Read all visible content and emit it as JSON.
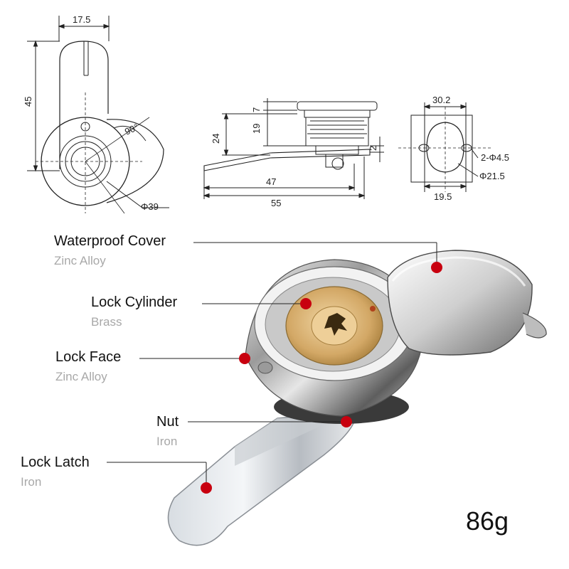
{
  "drawing": {
    "front": {
      "width": "17.5",
      "height": "45",
      "angle": "90°",
      "diameter": "Φ39"
    },
    "side": {
      "top": "7",
      "mid": "19",
      "total": "24",
      "gap": "2",
      "inner_len": "47",
      "overall_len": "55"
    },
    "cutout": {
      "width": "30.2",
      "holes": "2-Φ4.5",
      "diameter": "Φ21.5",
      "inner_width": "19.5"
    }
  },
  "callouts": [
    {
      "name": "Waterproof Cover",
      "material": "Zinc Alloy"
    },
    {
      "name": "Lock Cylinder",
      "material": "Brass"
    },
    {
      "name": "Lock Face",
      "material": "Zinc Alloy"
    },
    {
      "name": "Nut",
      "material": "Iron"
    },
    {
      "name": "Lock Latch",
      "material": "Iron"
    }
  ],
  "weight": "86g",
  "colors": {
    "marker": "#c8000f",
    "line": "#222222",
    "material_text": "#a8a8a8",
    "brass": "#d9b47a"
  }
}
